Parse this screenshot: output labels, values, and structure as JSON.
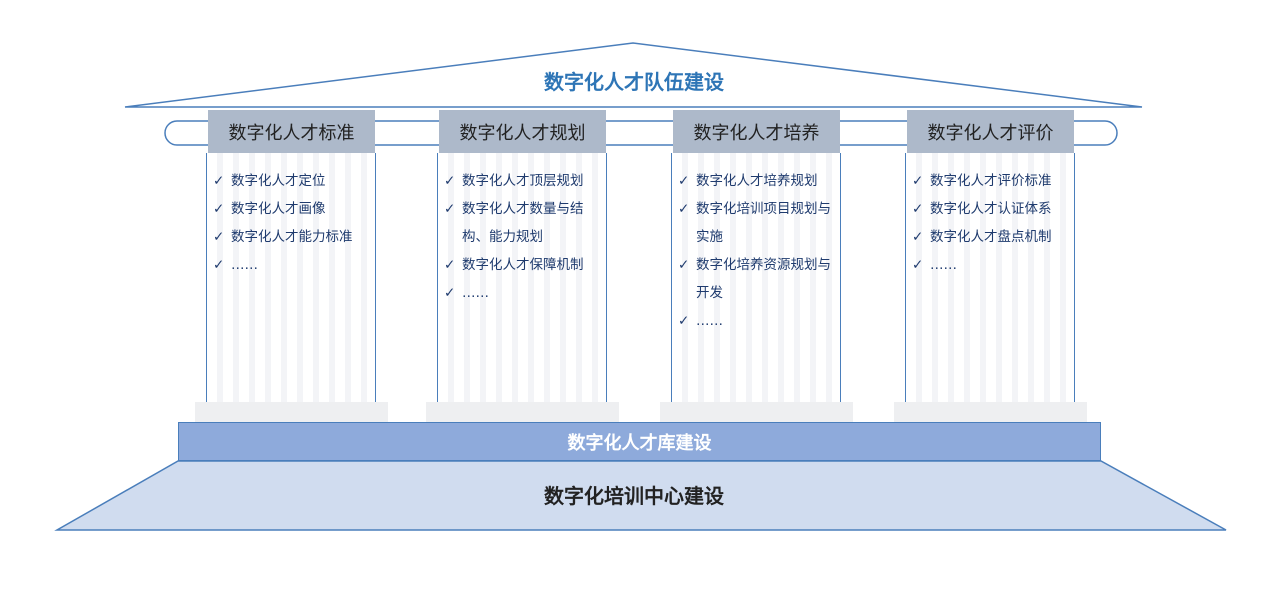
{
  "roof": {
    "title": "数字化人才队伍建设"
  },
  "pillars": [
    {
      "title": "数字化人才标准",
      "items": [
        "数字化人才定位",
        "数字化人才画像",
        "数字化人才能力标准",
        "……"
      ]
    },
    {
      "title": "数字化人才规划",
      "items": [
        "数字化人才顶层规划",
        "数字化人才数量与结构、能力规划",
        "数字化人才保障机制",
        "……"
      ]
    },
    {
      "title": "数字化人才培养",
      "items": [
        "数字化人才培养规划",
        "数字化培训项目规划与实施",
        "数字化培养资源规划与开发",
        "……"
      ]
    },
    {
      "title": "数字化人才评价",
      "items": [
        "数字化人才评价标准",
        "数字化人才认证体系",
        "数字化人才盘点机制",
        "……"
      ]
    }
  ],
  "library": {
    "title": "数字化人才库建设"
  },
  "foundation": {
    "title": "数字化培训中心建设"
  },
  "colors": {
    "accent": "#2e75b6",
    "header": "#adb9ca",
    "library": "#8eaadb",
    "foundation": "#d0dcef"
  }
}
